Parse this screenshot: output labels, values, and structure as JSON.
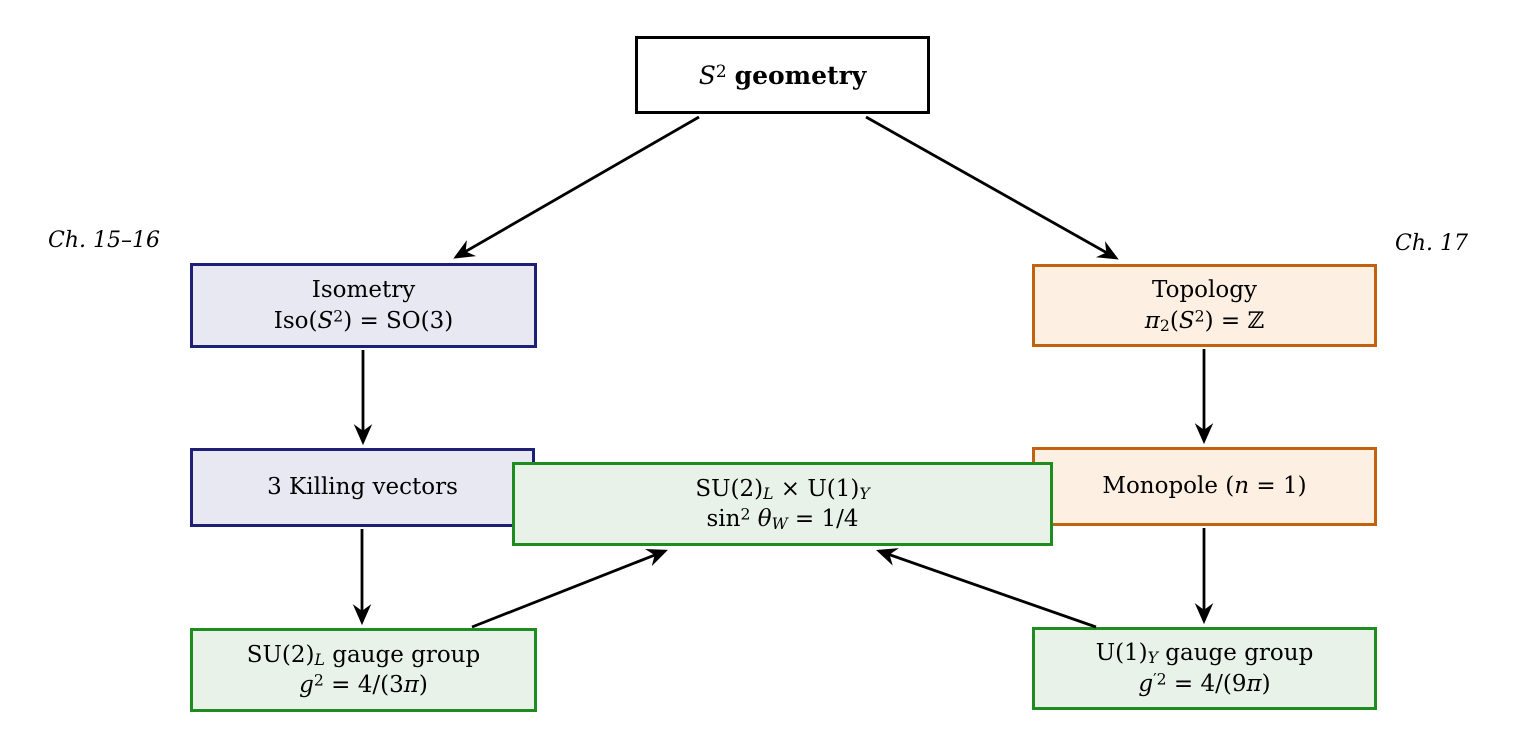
{
  "title_box": {
    "lines": [
      "$S$^{2} **geometry**"
    ]
  },
  "side_labels": {
    "left": "Ch. 15–16",
    "right": "Ch. 17"
  },
  "nodes": {
    "isometry": {
      "lines": [
        "Isometry",
        "Iso($S$^{2}) = SO(3)"
      ]
    },
    "topology": {
      "lines": [
        "Topology",
        "$π$_{2}($S$^{2}) = ℤ"
      ]
    },
    "killing": {
      "lines": [
        "3 Killing vectors"
      ]
    },
    "monopole": {
      "lines": [
        "Monopole ($n$ = 1)"
      ]
    },
    "electroweak": {
      "lines": [
        "SU(2)_{$L$} × U(1)_{$Y$}",
        "sin^{2} $θ$_{$W$} = 1/4"
      ]
    },
    "su2": {
      "lines": [
        "SU(2)_{$L$} gauge group",
        "$g$^{2} = 4/(3$π$)"
      ]
    },
    "u1": {
      "lines": [
        "U(1)_{$Y$} gauge group",
        "$g$^{′2} = 4/(9$π$)"
      ]
    }
  },
  "edges": [
    {
      "from": "s2-geometry",
      "to": "isometry"
    },
    {
      "from": "s2-geometry",
      "to": "topology"
    },
    {
      "from": "isometry",
      "to": "killing-vectors"
    },
    {
      "from": "topology",
      "to": "monopole"
    },
    {
      "from": "killing-vectors",
      "to": "su2-gauge-group"
    },
    {
      "from": "monopole",
      "to": "u1-gauge-group"
    },
    {
      "from": "su2-gauge-group",
      "to": "electroweak"
    },
    {
      "from": "u1-gauge-group",
      "to": "electroweak"
    }
  ],
  "colors": {
    "background": "#ffffff",
    "black": "#000000",
    "blue_border": "#1f1f77",
    "blue_fill": "#e8e8f3",
    "orange_border": "#c2610e",
    "orange_fill": "#fdefe1",
    "green_border": "#1e8c1e",
    "green_fill": "#e9f2e9",
    "arrow": "#000000"
  }
}
